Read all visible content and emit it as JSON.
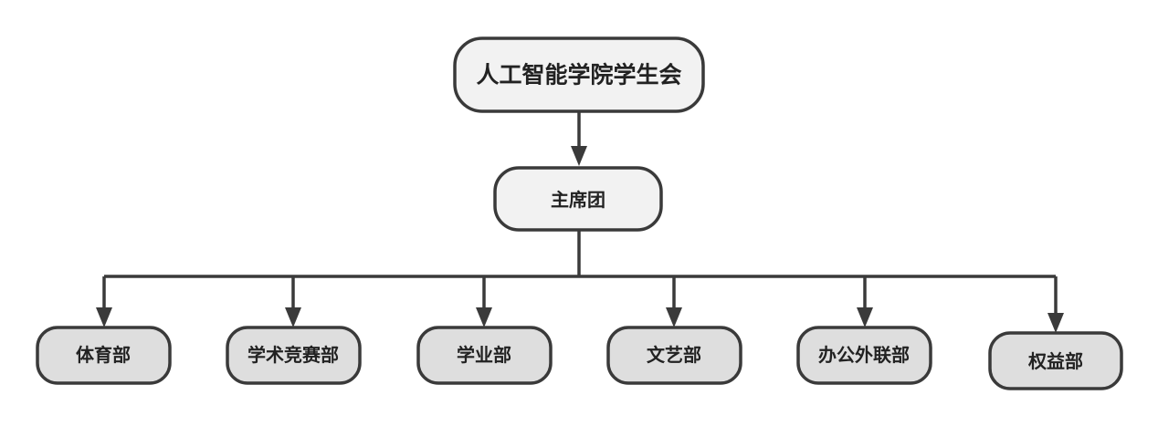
{
  "diagram": {
    "root": {
      "label": "人工智能学院学生会"
    },
    "presidium": {
      "label": "主席团"
    },
    "departments": [
      {
        "label": "体育部"
      },
      {
        "label": "学术竞赛部"
      },
      {
        "label": "学业部"
      },
      {
        "label": "文艺部"
      },
      {
        "label": "办公外联部"
      },
      {
        "label": "权益部"
      }
    ]
  },
  "colors": {
    "stroke": "#3a3a3a",
    "root_fill": "#f2f2f2",
    "presidium_fill": "#f2f2f2",
    "department_fill": "#dedede",
    "text": "#222222"
  }
}
